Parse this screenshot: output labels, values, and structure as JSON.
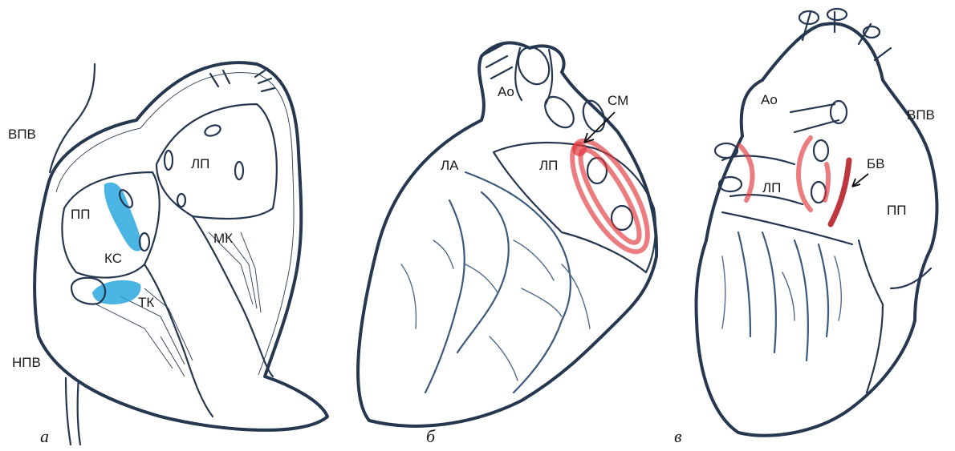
{
  "panels": {
    "a": {
      "letter": "а",
      "labels": {
        "svc": "ВПВ",
        "ivc": "НПВ",
        "ra": "ПП",
        "la": "ЛП",
        "cs": "КС",
        "tv": "ТК",
        "mv": "МК"
      }
    },
    "b": {
      "letter": "б",
      "labels": {
        "ao": "Ао",
        "pa": "ЛА",
        "la": "ЛП",
        "lom": "СМ"
      }
    },
    "c": {
      "letter": "в",
      "labels": {
        "ao": "Ао",
        "svc": "ВПВ",
        "la": "ЛП",
        "ra": "ПП",
        "bb": "БВ"
      }
    }
  },
  "colors": {
    "outline": "#26384f",
    "vessels": "#3d5a7c",
    "highlight_blue": "#2aa7de",
    "ablation_red": "#e0383c"
  }
}
